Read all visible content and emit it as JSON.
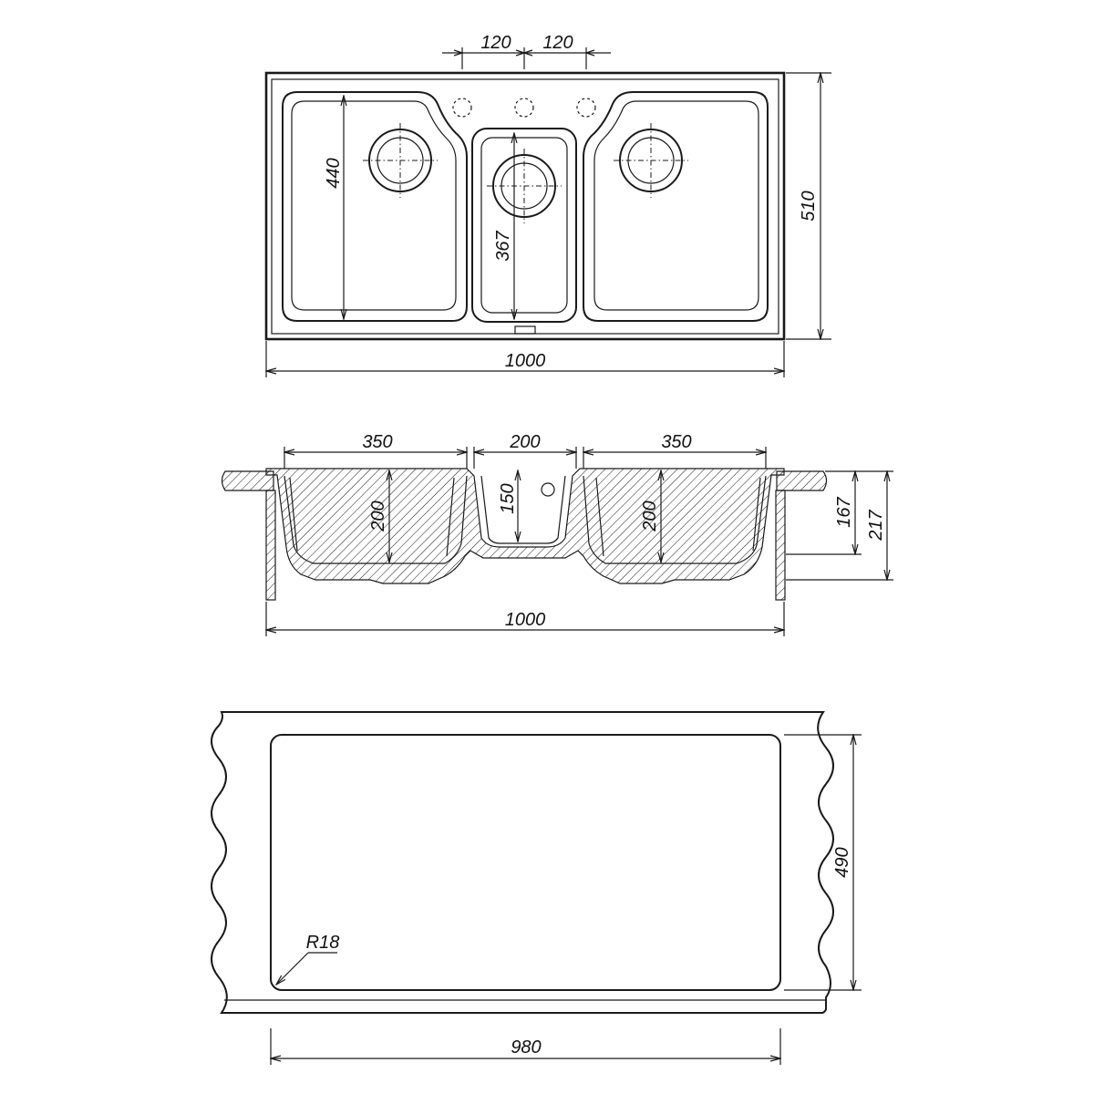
{
  "top_view": {
    "hole_spacing_left": "120",
    "hole_spacing_right": "120",
    "bowl_length": "440",
    "center_bowl_length": "367",
    "overall_depth": "510",
    "overall_width": "1000"
  },
  "section_view": {
    "left_bowl_width": "350",
    "center_bowl_width": "200",
    "right_bowl_width": "350",
    "left_bowl_depth": "200",
    "center_bowl_depth": "150",
    "right_bowl_depth": "200",
    "depth_below_counter": "167",
    "total_height": "217",
    "overall_width": "1000"
  },
  "cutout_view": {
    "corner_radius": "R18",
    "cutout_depth": "490",
    "cutout_width": "980"
  }
}
